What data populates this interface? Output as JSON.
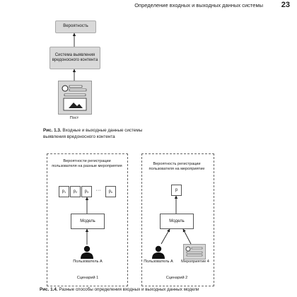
{
  "header": {
    "title": "Определение входных и выходных данных системы",
    "page_number": "23"
  },
  "fig13": {
    "output_label": "Вероятность",
    "system_label": "Система выявления вредоносного контента",
    "post_label": "Пост",
    "caption_prefix": "Рис. 1.3.",
    "caption_line1": "Входные и выходные данные системы",
    "caption_line2": "выявления вредоносного контента"
  },
  "fig14": {
    "scenario1": {
      "title": "Вероятности регистрации пользователя на разные мероприятия",
      "probs": [
        "p",
        "p",
        "p",
        "p"
      ],
      "prob_subs": [
        "1",
        "2",
        "3",
        "n"
      ],
      "ellipsis": "···",
      "model_label": "Модель",
      "user_label": "Пользователь A",
      "scenario_label": "Сценарий 1"
    },
    "scenario2": {
      "title": "Вероятность регистрации пользователя на мероприятие",
      "prob": "p",
      "model_label": "Модель",
      "user_label": "Пользователь A",
      "event_label": "Мероприятие 4",
      "scenario_label": "Сценарий 2"
    },
    "caption_prefix": "Рис. 1.4.",
    "caption_text": "Разные способы определения входных и выходных данных модели"
  }
}
